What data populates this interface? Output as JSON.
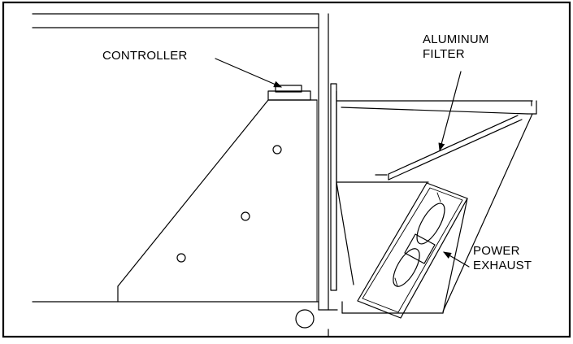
{
  "labels": {
    "controller": "CONTROLLER",
    "aluminum_filter": [
      "ALUMINUM",
      "FILTER"
    ],
    "power_exhaust": [
      "POWER",
      "EXHAUST"
    ]
  },
  "colors": {
    "line": "#000000",
    "background": "#ffffff"
  }
}
